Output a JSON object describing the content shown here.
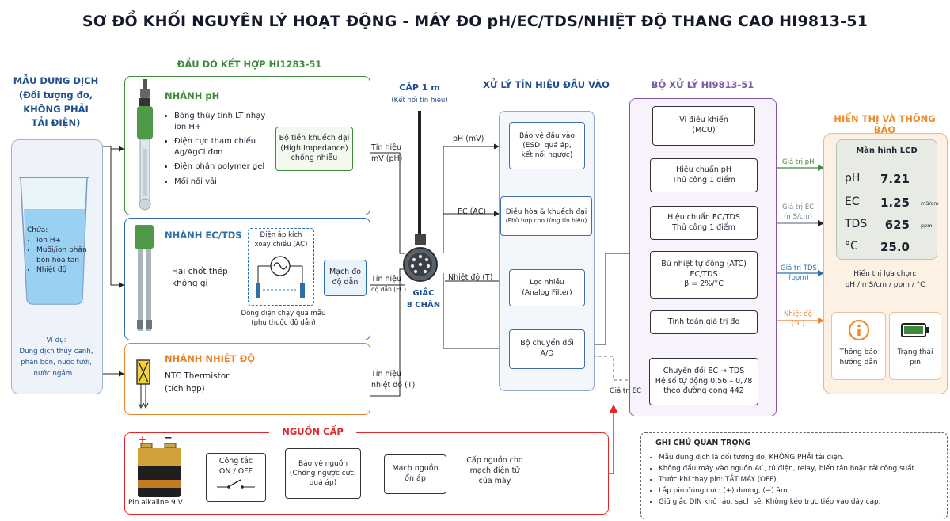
{
  "title": "SƠ ĐỒ KHỐI NGUYÊN LÝ HOẠT ĐỘNG - MÁY ĐO pH/EC/TDS/NHIỆT ĐỘ THANG CAO HI9813-51",
  "sample": {
    "heading": [
      "MẪU DUNG DỊCH",
      "(Đối tượng đo,",
      "KHÔNG PHẢI",
      "TẢI ĐIỆN)"
    ],
    "contains_title": "Chứa:",
    "contains": [
      "Ion H+",
      "Muối/ion phân bón hòa tan",
      "Nhiệt độ"
    ],
    "example": [
      "Ví dụ:",
      "Dung dịch thủy canh,",
      "phân bón, nước tưới,",
      "nước ngầm..."
    ]
  },
  "probe": {
    "title": "ĐẦU DÒ KẾT HỢP HI1283-51",
    "ph": {
      "name": "NHÁNH pH",
      "items": [
        "Bóng thủy tinh LT nhạy ion H+",
        "Điện cực tham chiếu Ag/AgCl đơn",
        "Điện phân polymer gel",
        "Mối nối vải"
      ],
      "preamp": [
        "Bộ tiền khuếch đại",
        "(High Impedance)",
        "chống nhiễu"
      ],
      "signal": [
        "Tín hiệu",
        "mV (pH)"
      ]
    },
    "ec": {
      "name": "NHÁNH EC/TDS",
      "pins": [
        "Hai chốt thép",
        "không gỉ"
      ],
      "excite": [
        "Điện áp kích",
        "xoay chiều (AC)"
      ],
      "current": [
        "Dòng điện chạy qua mẫu",
        "(phụ thuộc độ dẫn)"
      ],
      "circuit": [
        "Mạch đo",
        "độ dẫn"
      ],
      "signal": [
        "Tín hiệu",
        "độ dẫn (EC)"
      ]
    },
    "temp": {
      "name": "NHÁNH NHIỆT ĐỘ",
      "sensor": [
        "NTC Thermistor",
        "(tích hợp)"
      ],
      "signal": [
        "Tín hiệu",
        "nhiệt độ (T)"
      ]
    }
  },
  "cable": {
    "title": "CÁP 1 m",
    "sub": "(Kết nối tín hiệu)",
    "socket": [
      "GIẮC",
      "8 CHÂN"
    ]
  },
  "input_proc": {
    "title": "XỬ LÝ TÍN HIỆU ĐẦU VÀO",
    "lines": [
      "pH (mV)",
      "EC (AC)",
      "Nhiệt độ (T)"
    ],
    "blocks": [
      [
        "Bảo vệ đầu vào",
        "(ESD, quá áp,",
        "kết nối ngược)"
      ],
      [
        "Điều hòa & khuếch đại",
        "(Phù hợp cho từng tín hiệu)"
      ],
      [
        "Lọc nhiễu",
        "(Analog Filter)"
      ],
      [
        "Bộ chuyển đổi",
        "A/D"
      ]
    ]
  },
  "processor": {
    "title": "BỘ XỬ LÝ HI9813-51",
    "blocks": [
      [
        "Vi điều khiển",
        "(MCU)"
      ],
      [
        "Hiệu chuẩn pH",
        "Thủ công 1 điểm"
      ],
      [
        "Hiệu chuẩn EC/TDS",
        "Thủ công 1 điểm"
      ],
      [
        "Bù nhiệt tự động (ATC)",
        "EC/TDS",
        "β = 2%/°C"
      ],
      [
        "Tính toán giá trị đo"
      ],
      [
        "Chuyển đổi EC → TDS",
        "Hệ số tự động 0,56 – 0,78",
        "theo đường cong 442"
      ]
    ],
    "ec_value": "Giá trị EC",
    "outputs": [
      [
        "Giá trị pH"
      ],
      [
        "Giá trị EC",
        "(mS/cm)"
      ],
      [
        "Giá trị TDS",
        "(ppm)"
      ],
      [
        "Nhiệt độ",
        "(°C)"
      ]
    ]
  },
  "display": {
    "title": "HIỂN THỊ VÀ THÔNG BÁO",
    "lcd_title": "Màn hình LCD",
    "rows": [
      {
        "key": "pH",
        "value": "7.21",
        "unit": ""
      },
      {
        "key": "EC",
        "value": "1.25",
        "unit": "mS/cm"
      },
      {
        "key": "TDS",
        "value": "625",
        "unit": "ppm"
      },
      {
        "key": "°C",
        "value": "25.0",
        "unit": ""
      }
    ],
    "selectable": [
      "Hiển thị lựa chọn:",
      "pH / mS/cm / ppm / °C"
    ],
    "notice": [
      "Thông báo",
      "hướng dẫn"
    ],
    "status": [
      "Trạng thái",
      "pin"
    ]
  },
  "power": {
    "title": "NGUỒN CẤP",
    "battery": "Pin alkaline 9 V",
    "plus": "+",
    "minus": "−",
    "switch": [
      "Công tắc",
      "ON / OFF"
    ],
    "protect": [
      "Bảo vệ nguồn",
      "(Chống ngược cực,",
      "quá áp)"
    ],
    "regulator": [
      "Mạch nguồn",
      "ổn áp"
    ],
    "output": [
      "Cấp nguồn cho",
      "mạch điện tử",
      "của máy"
    ]
  },
  "notes": {
    "title": "GHI CHÚ QUAN TRỌNG",
    "items": [
      "Mẫu dung dịch là đối tượng đo, KHÔNG PHẢI tải điện.",
      "Không đấu máy vào nguồn AC, tủ điện, relay, biến tần hoặc tải công suất.",
      "Trước khi thay pin: TẮT MÁY (OFF).",
      "Lắp pin đúng cực: (+) dương, (−) âm.",
      "Giữ giắc DIN khô ráo, sạch sẽ. Không kéo trực tiếp vào dây cáp."
    ]
  },
  "colors": {
    "ph": "#3f8a3a",
    "ec": "#2e6fa8",
    "temp": "#e8832a",
    "power": "#e0282d",
    "input": "#3f6ea8",
    "proc": "#7d5ba6",
    "display": "#f08a2a",
    "sample": "#1f4f8f"
  }
}
